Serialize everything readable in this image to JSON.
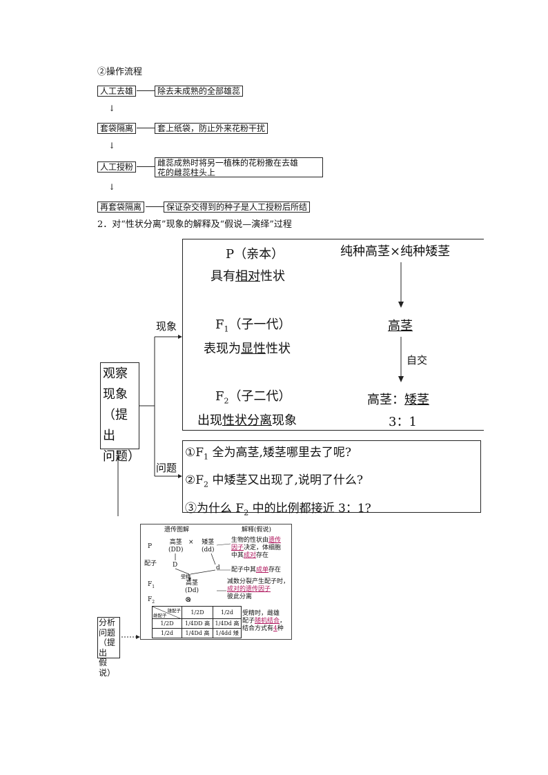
{
  "section1": {
    "title": "②操作流程",
    "steps": [
      {
        "name": "人工去雄",
        "desc": "除去未成熟的全部雄蕊"
      },
      {
        "name": "套袋隔离",
        "desc": "套上纸袋，防止外来花粉干扰"
      },
      {
        "name": "人工授粉",
        "desc_line1": "雌蕊成熟时将另一植株的花粉撒在去雄",
        "desc_line2": "花的雌蕊柱头上"
      },
      {
        "name": "再套袋隔离",
        "desc": "保证杂交得到的种子是人工授粉后所结"
      }
    ],
    "arrow": "↓"
  },
  "section2": {
    "title": "2．对“性状分离”现象的解释及“假说—演绎”过程",
    "observe_box": [
      "观察",
      "现象",
      "（提出",
      "问题）"
    ],
    "label_phenomenon": "现象",
    "label_question": "问题",
    "phenomenon": {
      "p_label": "P（亲本）",
      "p_desc_pre": "具有",
      "p_desc_ul": "相对",
      "p_desc_post": "性状",
      "f1_label": "F",
      "f1_sub": "1",
      "f1_rest": "（子一代）",
      "f1_desc_pre": "表现为",
      "f1_desc_ul": "显性",
      "f1_desc_post": "性状",
      "f2_label": "F",
      "f2_sub": "2",
      "f2_rest": "（子二代）",
      "f2_desc_pre": "出现",
      "f2_desc_ul": "性状分离",
      "f2_desc_post": "现象",
      "cross": "纯种高茎×纯种矮茎",
      "f1_result": "高茎",
      "selfing": "自交",
      "f2_result_a": "高茎",
      "f2_result_sep": "：",
      "f2_result_b": "矮茎",
      "ratio": "3：1"
    },
    "questions": [
      {
        "pre": "①F",
        "sub": "1",
        "post": " 全为高茎,矮茎哪里去了呢?"
      },
      {
        "pre": "②F",
        "sub": "2",
        "post": " 中矮茎又出现了,说明了什么?"
      },
      {
        "pre": "③为什么 F",
        "sub": "2",
        "post": " 中的比例都接近 3：1?"
      }
    ],
    "analysis_box": [
      "分析",
      "问题",
      "（提出",
      "假说）"
    ],
    "diagram": {
      "header_left": "遗传图解",
      "header_right": "解释(假说)",
      "row_p": "P",
      "tall": "高茎",
      "tall_geno": "(DD)",
      "times": "×",
      "short": "矮茎",
      "short_geno": "(dd)",
      "gamete_label": "配子",
      "gD": "D",
      "gd": "d",
      "fertilize": "受精",
      "f1": "F",
      "f1_sub": "1",
      "f1_tall": "高茎",
      "f1_geno": "(Dd)",
      "selfing_symbol": "⊗",
      "f2": "F",
      "f2_sub": "2",
      "exp1_a": "生物的性状由",
      "exp1_b": "遗传",
      "exp1_c": "因子",
      "exp1_d": "决定，体细胞",
      "exp1_e": "中其",
      "exp1_f": "成对",
      "exp1_g": "存在",
      "exp2_a": "配子中其",
      "exp2_b": "成单",
      "exp2_c": "存在",
      "exp3_a": "减数分裂产生配子时，",
      "exp3_b": "成对的遗传因子",
      "exp3_c": "彼此分离",
      "exp4_a": "受精时，雌雄",
      "exp4_b": "配子",
      "exp4_c": "随机结合",
      "exp4_d": "，",
      "exp4_e": "结合方式有",
      "exp4_f": "4",
      "exp4_g": "种",
      "table_male": "雄配子",
      "table_female": "雌配子",
      "table_cols": [
        "1/2D",
        "1/2d"
      ],
      "table_rows": [
        {
          "h": "1/2D",
          "c1": "1/4DD 高",
          "c2": "1/4Dd 高"
        },
        {
          "h": "1/2d",
          "c1": "1/4Dd 高",
          "c2": "1/4dd 矮"
        }
      ]
    }
  }
}
